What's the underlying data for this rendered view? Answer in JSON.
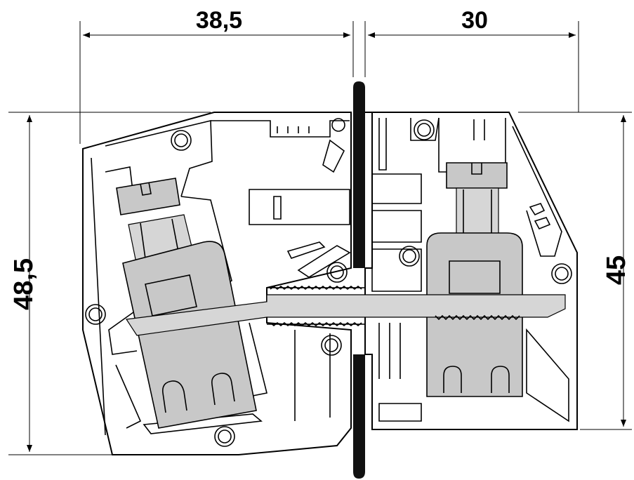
{
  "dimensions": {
    "left_width": "38,5",
    "right_width": "30",
    "left_height": "48,5",
    "right_height": "45"
  },
  "colors": {
    "line": "#000000",
    "background": "#ffffff",
    "part_grey": "#c8c8c8"
  }
}
